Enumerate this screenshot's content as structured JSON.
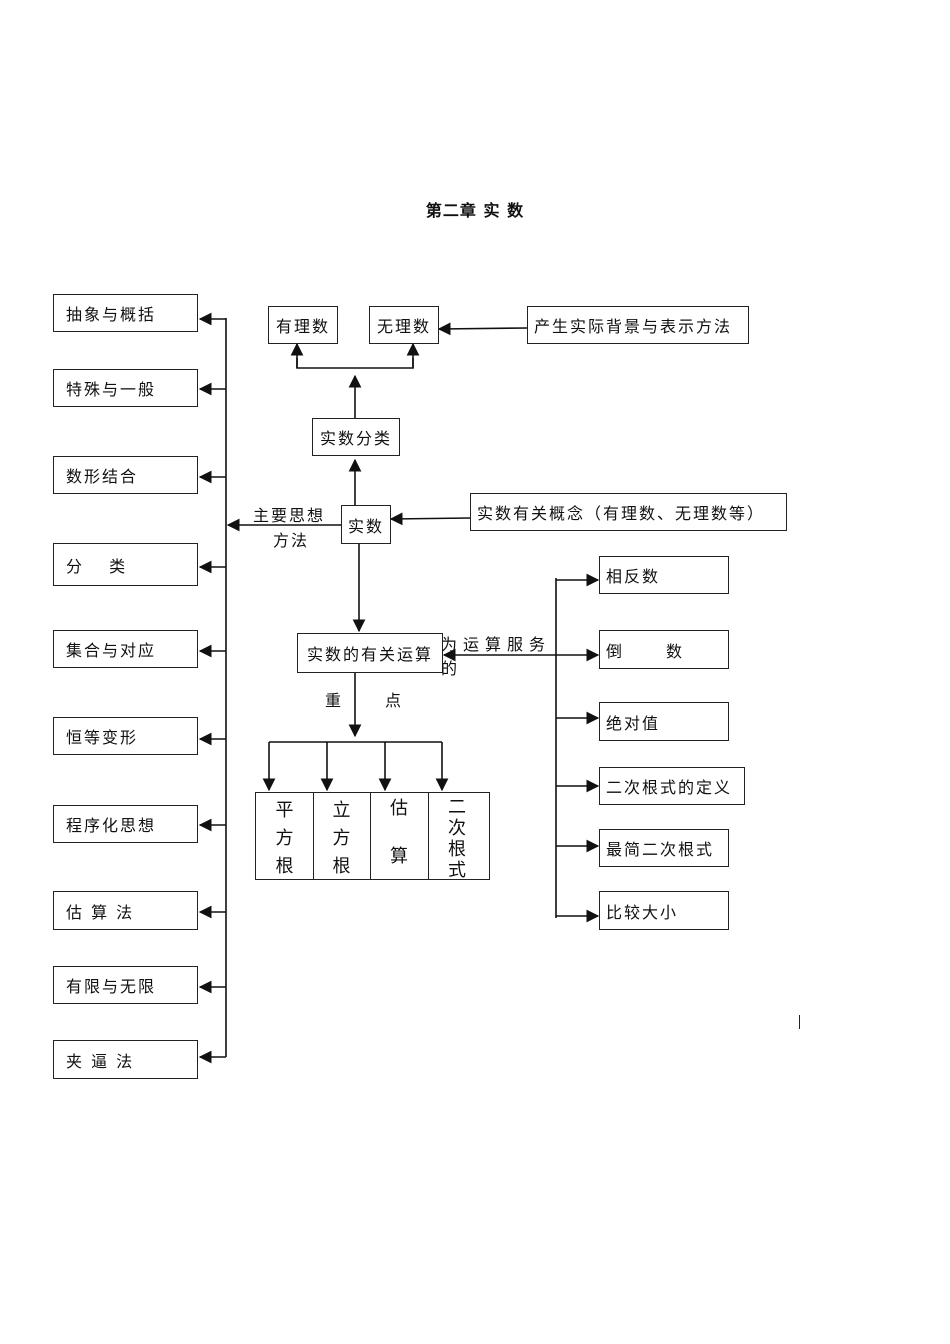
{
  "title": "第二章 实 数",
  "methods": {
    "label": [
      "主要思想",
      "方法"
    ],
    "items": [
      "抽象与概括",
      "特殊与一般",
      "数形结合",
      "分　 类",
      "集合与对应",
      "恒等变形",
      "程序化思想",
      "估 算 法",
      "有限与无限",
      "夹 逼 法"
    ]
  },
  "core": {
    "real": "实数",
    "classification": "实数分类",
    "rational": "有理数",
    "irrational": "无理数",
    "background": "产生实际背景与表示方法",
    "concepts": "实数有关概念（有理数、无理数等）",
    "operations": "实数的有关运算",
    "emphasis": "重　点",
    "serve": [
      "为运算服务",
      "的"
    ]
  },
  "key_points": [
    [
      "平",
      "方",
      "根"
    ],
    [
      "立",
      "方",
      "根"
    ],
    [
      "估",
      "",
      "算"
    ],
    [
      "二",
      "次",
      "根",
      "式"
    ]
  ],
  "related": [
    "相反数",
    "倒　数",
    "绝对值",
    "二次根式的定义",
    "最简二次根式",
    "比较大小"
  ]
}
